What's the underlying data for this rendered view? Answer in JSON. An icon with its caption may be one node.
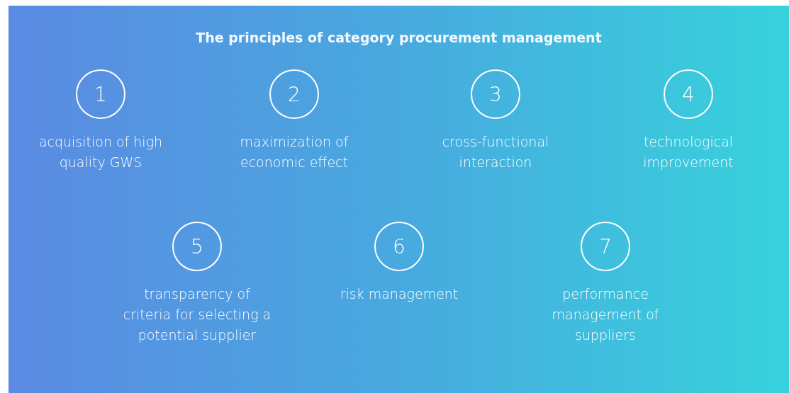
{
  "diagram": {
    "title": "The principles of category procurement management",
    "nodes": [
      {
        "text": [
          "1"
        ],
        "beside": [
          "acquisition of high quality GWS"
        ]
      },
      {
        "text": [
          "2"
        ],
        "beside": [
          "maximization of economic effect"
        ]
      },
      {
        "text": [
          "3"
        ],
        "beside": [
          "cross-functional interaction"
        ]
      },
      {
        "text": [
          "4"
        ],
        "beside": [
          "technological improvement"
        ]
      },
      {
        "text": [
          "5"
        ],
        "beside": [
          "transparency of criteria for selecting a potential supplier"
        ]
      },
      {
        "text": [
          "6"
        ],
        "beside": [
          "risk management"
        ]
      },
      {
        "text": [
          "7"
        ],
        "beside": [
          "performance management of suppliers"
        ]
      }
    ]
  }
}
